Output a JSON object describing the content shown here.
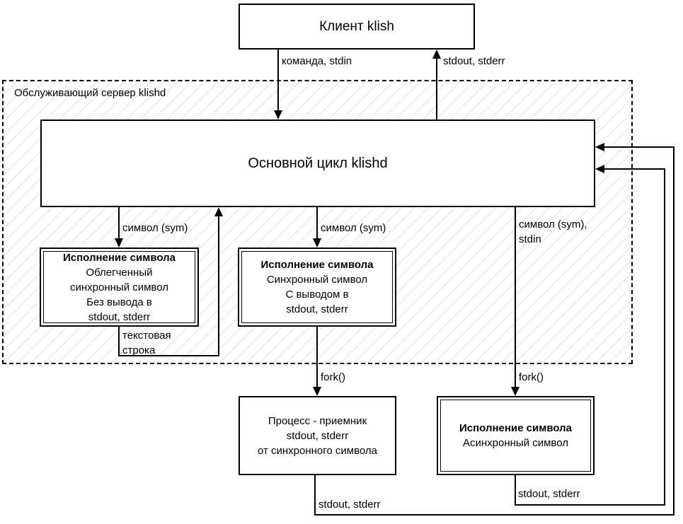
{
  "colors": {
    "line": "#000000",
    "box_fill": "#ffffff",
    "hatch_line": "#e8e8e8",
    "background": "#ffffff"
  },
  "client_box": {
    "label": "Клиент klish"
  },
  "server_container": {
    "label": "Обслуживающий сервер klishd"
  },
  "main_loop": {
    "label": "Основной цикл klishd"
  },
  "symbol_boxes": {
    "light_sync": {
      "title": "Исполнение символа",
      "lines": [
        "Облегченный",
        "синхронный символ",
        "Без вывода в",
        "stdout, stderr"
      ]
    },
    "sync": {
      "title": "Исполнение символа",
      "lines": [
        "Синхронный символ",
        "С выводом в",
        "stdout, stderr"
      ]
    },
    "receiver": {
      "lines": [
        "Процесс - приемник",
        "stdout, stderr",
        "от синхронного символа"
      ]
    },
    "async": {
      "title": "Исполнение символа",
      "lines": [
        "Асинхронный символ"
      ]
    }
  },
  "edge_labels": {
    "command_stdin": "команда, stdin",
    "stdout_stderr_to_client": "stdout, stderr",
    "sym_to_light_sync": "символ (sym)",
    "sym_to_sync": "символ (sym)",
    "sym_to_async_line1": "символ (sym),",
    "sym_to_async_line2": "stdin",
    "text_string_line1": "текстовая",
    "text_string_line2": "строка",
    "fork_sync": "fork()",
    "fork_async": "fork()",
    "stdout_stderr_receiver": "stdout, stderr",
    "stdout_stderr_async": "stdout, stderr"
  }
}
